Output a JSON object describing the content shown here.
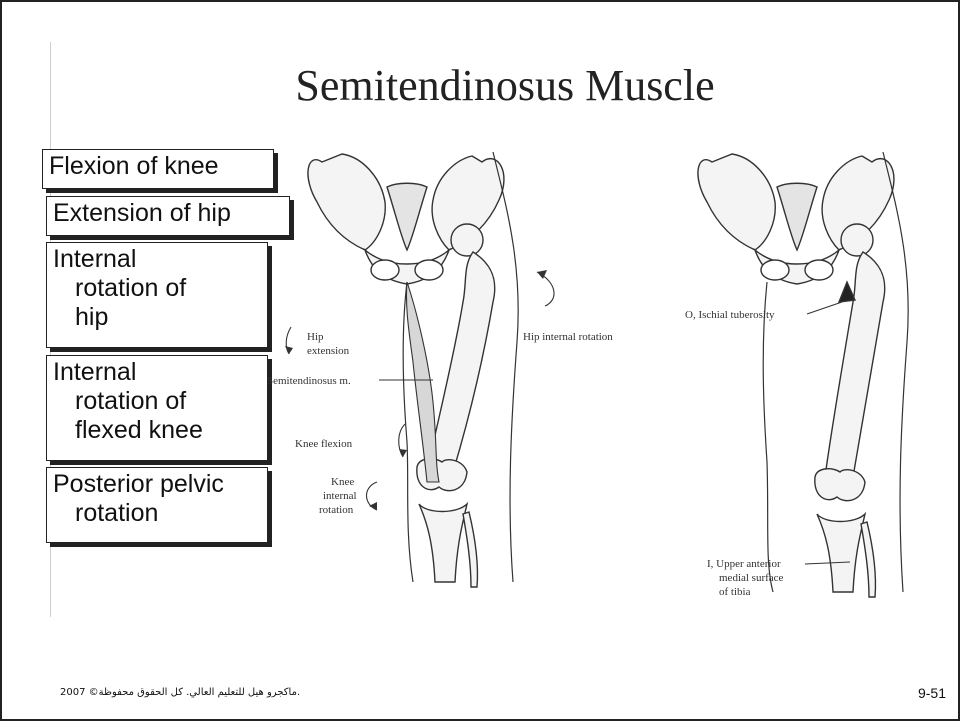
{
  "slide": {
    "title": "Semitendinosus Muscle",
    "actions": [
      {
        "line1": "Flexion of knee",
        "line2": "",
        "line3": ""
      },
      {
        "line1": "Extension of hip",
        "line2": "",
        "line3": ""
      },
      {
        "line1": "Internal",
        "line2": "rotation of",
        "line3": "hip"
      },
      {
        "line1": "Internal",
        "line2": "rotation of",
        "line3": "flexed knee"
      },
      {
        "line1": "Posterior pelvic",
        "line2": "rotation",
        "line3": ""
      }
    ],
    "figure_labels": {
      "hip_extension_1": "Hip",
      "hip_extension_2": "extension",
      "semitendinosus": "Semitendinosus m.",
      "knee_flexion": "Knee flexion",
      "knee_internal_1": "Knee",
      "knee_internal_2": "internal",
      "knee_internal_3": "rotation",
      "hip_internal_rotation": "Hip internal rotation",
      "origin": "O, Ischial tuberosity",
      "insertion_1": "I, Upper anterior",
      "insertion_2": "medial surface",
      "insertion_3": "of tibia"
    },
    "footer": "2007 ©ماكجرو هيل للتعليم العالي. كل الحقوق محفوظة.",
    "page_number": "9-51"
  }
}
